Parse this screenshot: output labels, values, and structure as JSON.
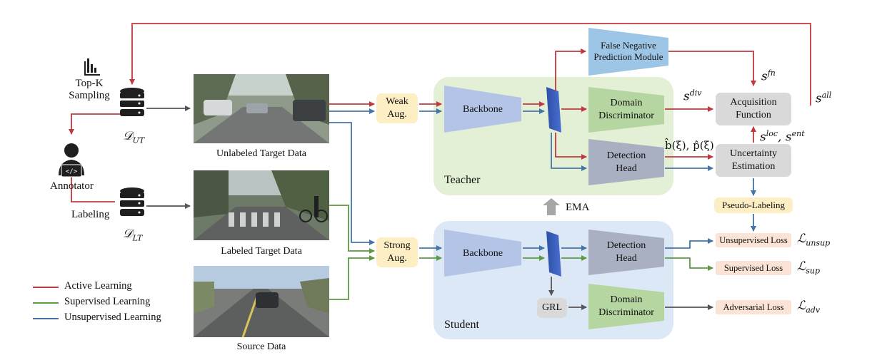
{
  "colors": {
    "active": "#c0393e",
    "supervised": "#5c9a44",
    "unsupervised": "#4474a8",
    "neutral": "#555555"
  },
  "sampling": {
    "icon": "bar-chart-icon",
    "label_line1": "Top-K",
    "label_line2": "Sampling"
  },
  "annotator": {
    "icon": "annotator-person-icon",
    "label": "Annotator"
  },
  "labeling_label": "Labeling",
  "datasets": {
    "unlabeled_symbol": "𝒟",
    "unlabeled_sub": "UT",
    "labeled_symbol": "𝒟",
    "labeled_sub": "LT"
  },
  "images": {
    "unlabeled_caption": "Unlabeled Target Data",
    "labeled_caption": "Labeled Target Data",
    "source_caption": "Source Data"
  },
  "aug": {
    "weak": "Weak\nAug.",
    "strong": "Strong\nAug."
  },
  "teacher": {
    "label": "Teacher",
    "backbone": "Backbone",
    "discriminator": "Domain\nDiscriminator",
    "detection_head": "Detection\nHead"
  },
  "student": {
    "label": "Student",
    "backbone": "Backbone",
    "discriminator": "Domain\nDiscriminator",
    "detection_head": "Detection\nHead",
    "grl": "GRL"
  },
  "fn_module": "False Negative\nPrediction Module",
  "acquisition": "Acquisition\nFunction",
  "uncertainty": "Uncertainty\nEstimation",
  "pseudo_labeling": "Pseudo-Labeling",
  "ema": "EMA",
  "scores": {
    "s": "s",
    "fn": "fn",
    "div": "div",
    "all": "all",
    "loc_ent": "loc",
    "ent": "ent",
    "box_pred": "b̂(ξ), p̂(ξ)"
  },
  "losses": {
    "unsup_label": "Unsupervised Loss",
    "sup_label": "Supervised Loss",
    "adv_label": "Adversarial Loss",
    "L": "ℒ",
    "unsup_sub": "unsup",
    "sup_sub": "sup",
    "adv_sub": "adv"
  },
  "legend": [
    {
      "label": "Active Learning",
      "color": "#c0393e"
    },
    {
      "label": "Supervised Learning",
      "color": "#5c9a44"
    },
    {
      "label": "Unsupervised Learning",
      "color": "#4474a8"
    }
  ]
}
